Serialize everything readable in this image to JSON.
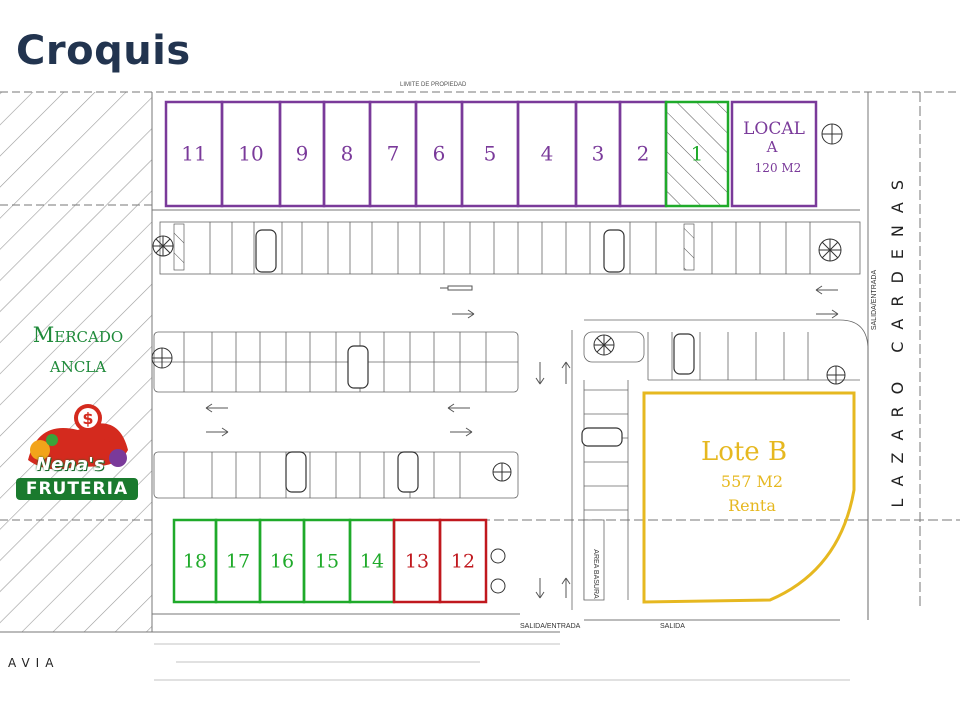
{
  "title": "Croquis",
  "anchor": {
    "line1": "Mercado",
    "line2": "ancla"
  },
  "logo": {
    "brand": "Nena's",
    "name": "FRUTERIA",
    "symbol": "$"
  },
  "street_right": "LAZARO CARDENAS",
  "street_bottom": "AVIA",
  "top_units": [
    {
      "label": "11",
      "status": "purple"
    },
    {
      "label": "10",
      "status": "purple"
    },
    {
      "label": "9",
      "status": "purple"
    },
    {
      "label": "8",
      "status": "purple"
    },
    {
      "label": "7",
      "status": "purple"
    },
    {
      "label": "6",
      "status": "purple"
    },
    {
      "label": "5",
      "status": "purple"
    },
    {
      "label": "4",
      "status": "purple"
    },
    {
      "label": "3",
      "status": "purple"
    },
    {
      "label": "2",
      "status": "purple"
    },
    {
      "label": "1",
      "status": "green"
    }
  ],
  "local_a": {
    "line1": "LOCAL",
    "line2": "A",
    "area": "120 M2"
  },
  "bottom_units": [
    {
      "label": "18",
      "status": "green"
    },
    {
      "label": "17",
      "status": "green"
    },
    {
      "label": "16",
      "status": "green"
    },
    {
      "label": "15",
      "status": "green"
    },
    {
      "label": "14",
      "status": "green"
    },
    {
      "label": "13",
      "status": "red"
    },
    {
      "label": "12",
      "status": "red"
    }
  ],
  "lote_b": {
    "name": "Lote B",
    "area": "557 M2",
    "status": "Renta"
  },
  "area_basura": "AREA BASURA",
  "labels": {
    "salida_entrada_bottom": "SALIDA/ENTRADA",
    "salida": "SALIDA",
    "salida_entrada_right": "SALIDA/ENTRADA",
    "limite_propiedad": "LIMITE DE PROPIEDAD"
  },
  "colors": {
    "purple": "#7a3a9a",
    "green": "#1faa2a",
    "red": "#c0181e",
    "yellow": "#e6b820",
    "title": "#22344f"
  }
}
